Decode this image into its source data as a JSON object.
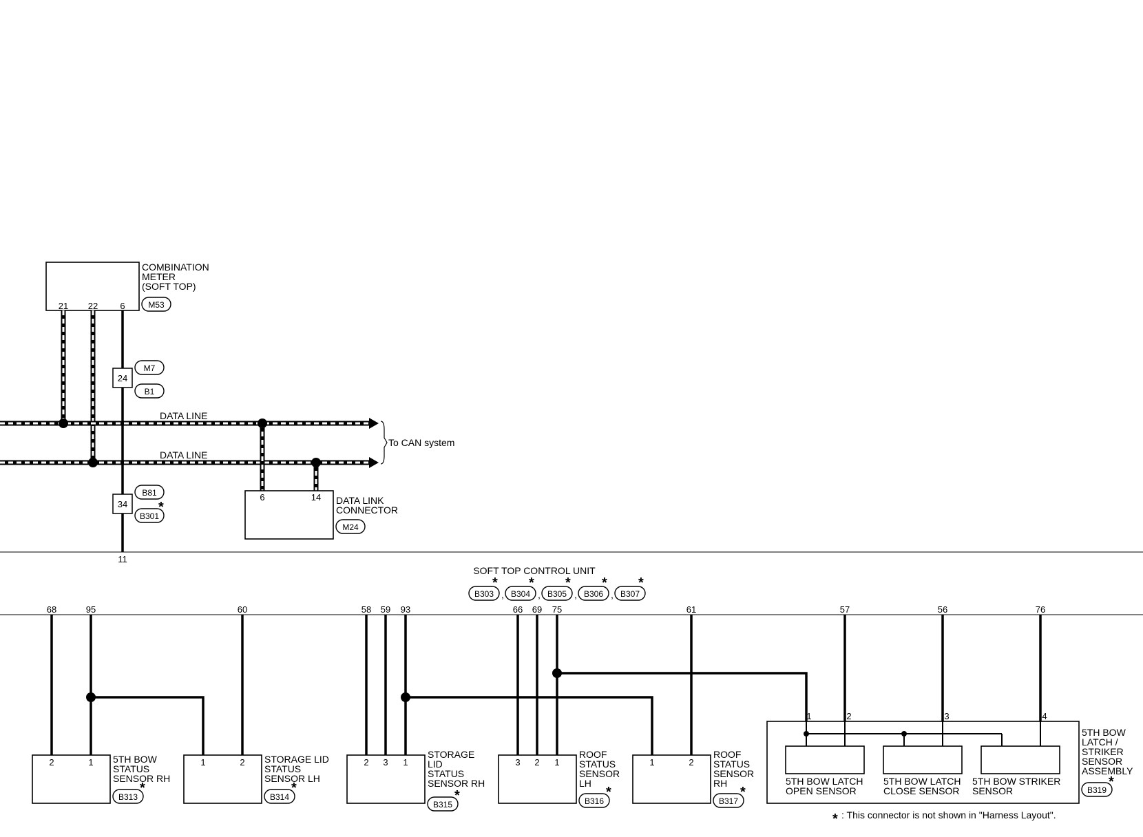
{
  "combination_meter": {
    "name_lines": [
      "COMBINATION",
      "METER",
      "(SOFT TOP)"
    ],
    "connector": "M53",
    "pins": [
      "21",
      "22",
      "6"
    ]
  },
  "inline_joint_top": {
    "pin": "24",
    "connectors": [
      "M7",
      "B1"
    ]
  },
  "inline_joint_bottom": {
    "pin": "34",
    "connectors": [
      "B81",
      "B301"
    ]
  },
  "data_line_label": "DATA LINE",
  "can_label": "To CAN system",
  "data_link_connector": {
    "name_lines": [
      "DATA LINK",
      "CONNECTOR"
    ],
    "connector": "M24",
    "pins": [
      "6",
      "14"
    ]
  },
  "unit_bottom_pin": "11",
  "control_unit": {
    "name": "SOFT TOP CONTROL UNIT",
    "connectors": [
      "B303",
      "B304",
      "B305",
      "B306",
      "B307"
    ],
    "pins": [
      "68",
      "95",
      "60",
      "58",
      "59",
      "93",
      "66",
      "69",
      "75",
      "61",
      "57",
      "56",
      "76"
    ]
  },
  "sensors": [
    {
      "name_lines": [
        "5TH BOW",
        "STATUS",
        "SENSOR RH"
      ],
      "connector": "B313",
      "pins": [
        "2",
        "1"
      ]
    },
    {
      "name_lines": [
        "STORAGE LID",
        "STATUS",
        "SENSOR LH"
      ],
      "connector": "B314",
      "pins": [
        "1",
        "2"
      ]
    },
    {
      "name_lines": [
        "STORAGE",
        "LID",
        "STATUS",
        "SENSOR RH"
      ],
      "connector": "B315",
      "pins": [
        "2",
        "3",
        "1"
      ]
    },
    {
      "name_lines": [
        "ROOF",
        "STATUS",
        "SENSOR",
        "LH"
      ],
      "connector": "B316",
      "pins": [
        "3",
        "2",
        "1"
      ]
    },
    {
      "name_lines": [
        "ROOF",
        "STATUS",
        "SENSOR",
        "RH"
      ],
      "connector": "B317",
      "pins": [
        "1",
        "2"
      ]
    }
  ],
  "assembly": {
    "name_lines": [
      "5TH BOW",
      "LATCH /",
      "STRIKER",
      "SENSOR",
      "ASSEMBLY"
    ],
    "connector": "B319",
    "pins": [
      "1",
      "2",
      "3",
      "4"
    ],
    "sub_sensors": [
      [
        "5TH BOW LATCH",
        "OPEN SENSOR"
      ],
      [
        "5TH BOW LATCH",
        "CLOSE SENSOR"
      ],
      [
        "5TH BOW STRIKER",
        "SENSOR"
      ]
    ]
  },
  "star_mark": "*",
  "footnote": ": This connector is not shown in \"Harness Layout\"."
}
